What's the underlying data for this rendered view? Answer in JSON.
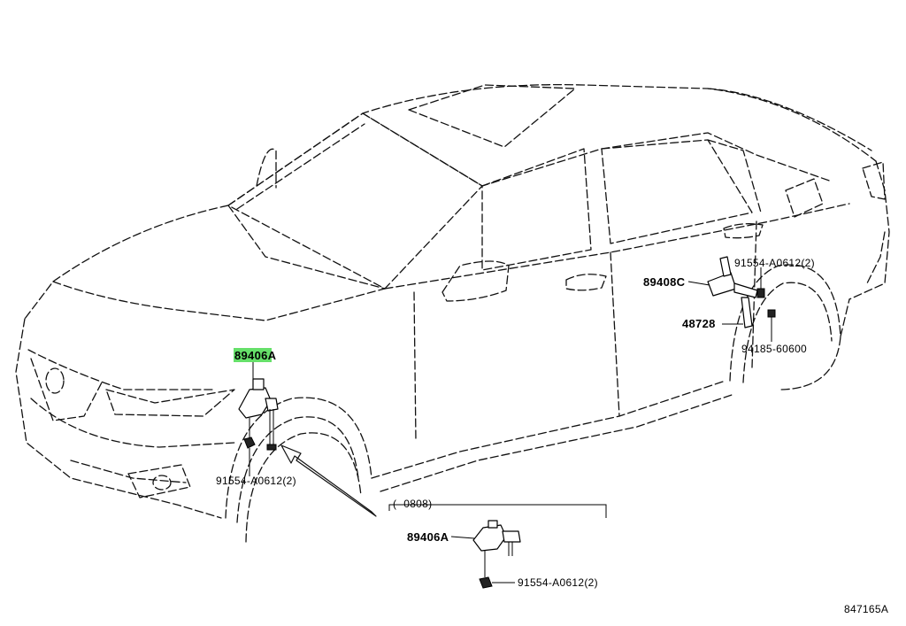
{
  "callouts": {
    "front_sensor": "89406A",
    "front_bolt": "91554-A0612(2)",
    "rear_sensor": "89408C",
    "rear_bolt": "91554-A0612(2)",
    "rear_link": "48728",
    "rear_nut": "94185-60600",
    "inset_range": "(      -0808)",
    "inset_sensor": "89406A",
    "inset_bolt": "91554-A0612(2)"
  },
  "figure_code": "847165A",
  "colors": {
    "highlight": "#66e06a",
    "line": "#111111"
  }
}
